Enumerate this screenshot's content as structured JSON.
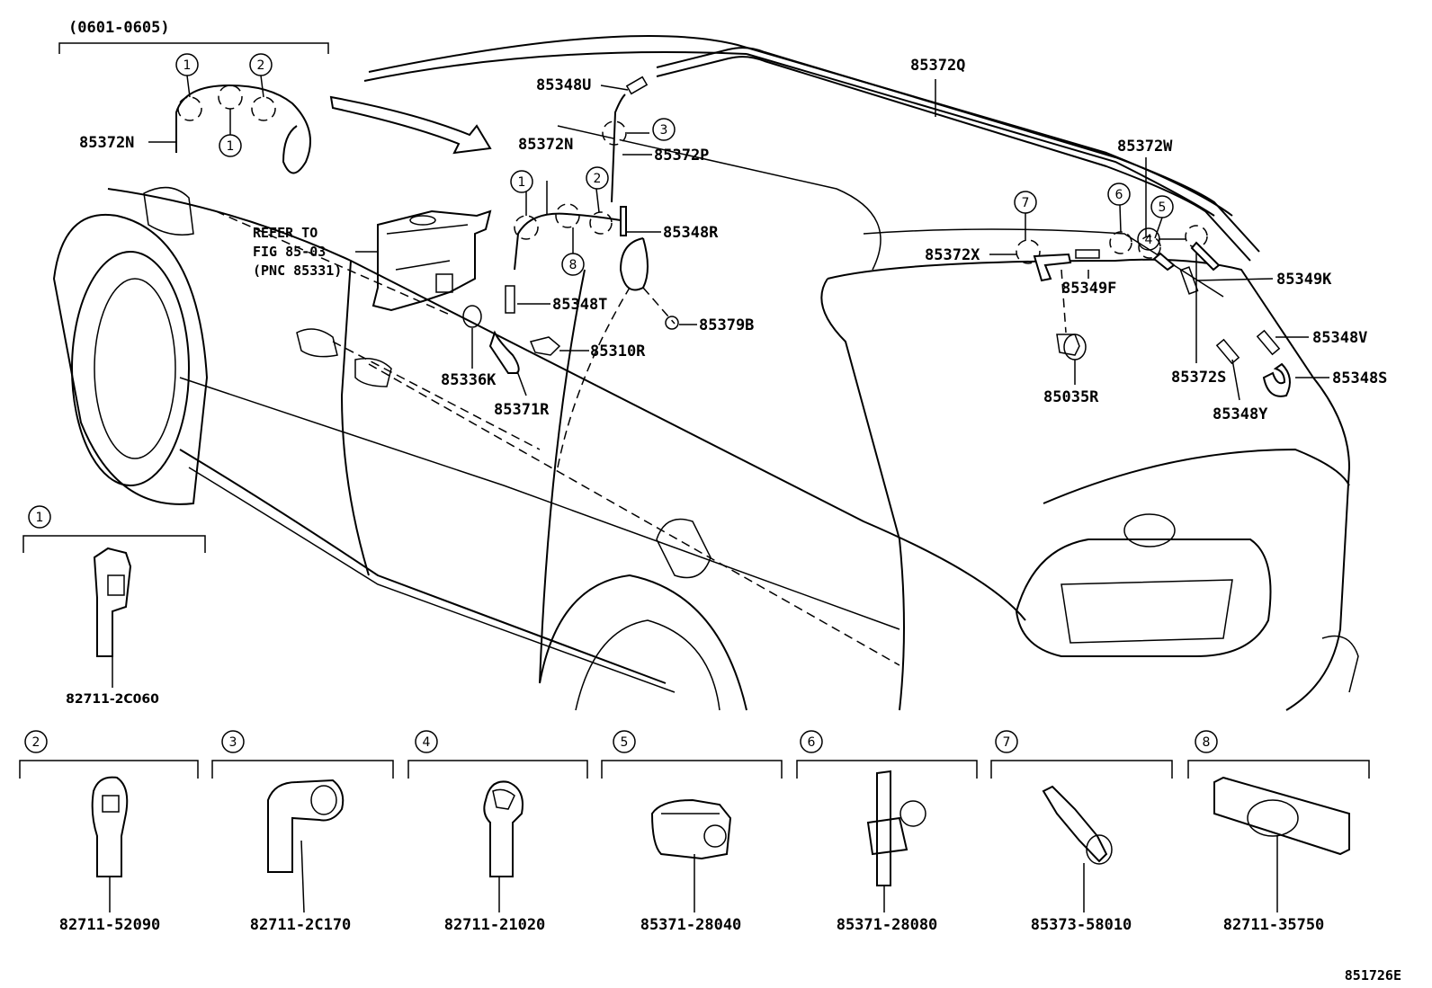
{
  "diagram_id": "851726E",
  "top_group": {
    "years": "(0601-0605)",
    "part": "85372N"
  },
  "refer_note": {
    "line1": "REFER TO",
    "line2": "FIG 85-03",
    "line3": "(PNC 85331)"
  },
  "callouts": {
    "p85348U": "85348U",
    "p85372N": "85372N",
    "p85372P": "85372P",
    "p85372Q": "85372Q",
    "p85372W": "85372W",
    "p85348R": "85348R",
    "p85348T": "85348T",
    "p85379B": "85379B",
    "p85310R": "85310R",
    "p85336K": "85336K",
    "p85371R": "85371R",
    "p85372X": "85372X",
    "p85349F": "85349F",
    "p85349K": "85349K",
    "p85035R": "85035R",
    "p85372S": "85372S",
    "p85348V": "85348V",
    "p85348S": "85348S",
    "p85348Y": "85348Y"
  },
  "circle_numbers": [
    "1",
    "2",
    "3",
    "4",
    "5",
    "6",
    "7",
    "8"
  ],
  "clips": [
    {
      "num": "1",
      "part": "82711-2C060"
    },
    {
      "num": "2",
      "part": "82711-52090"
    },
    {
      "num": "3",
      "part": "82711-2C170"
    },
    {
      "num": "4",
      "part": "82711-21020"
    },
    {
      "num": "5",
      "part": "85371-28040"
    },
    {
      "num": "6",
      "part": "85371-28080"
    },
    {
      "num": "7",
      "part": "85373-58010"
    },
    {
      "num": "8",
      "part": "82711-35750"
    }
  ]
}
